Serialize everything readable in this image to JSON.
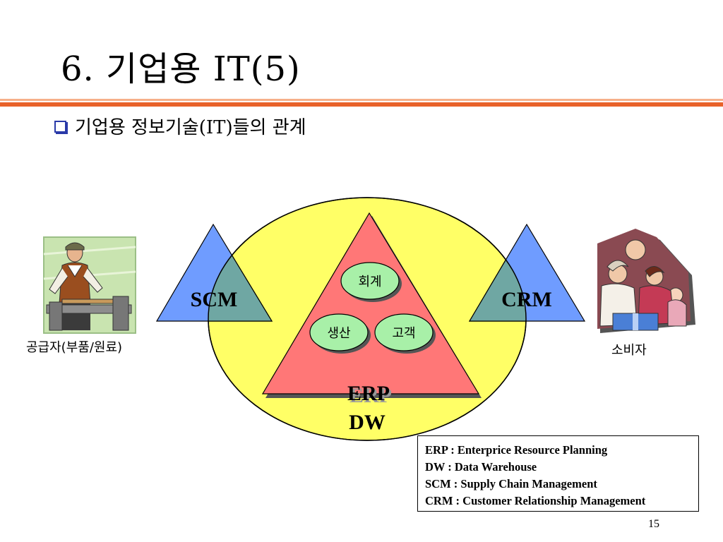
{
  "slide": {
    "title": "6. 기업용 IT(5)",
    "subtitle_prefix": "기업용 정보기술",
    "subtitle_it": "(IT)",
    "subtitle_suffix": "들의 관계",
    "page_number": "15"
  },
  "diagram": {
    "scm_label": "SCM",
    "crm_label": "CRM",
    "erp_label": "ERP",
    "dw_label": "DW",
    "node_accounting": "회계",
    "node_production": "생산",
    "node_customer": "고객",
    "supplier_caption": "공급자(부품/원료)",
    "consumer_caption": "소비자",
    "colors": {
      "ellipse": "#ffff66",
      "erp_triangle": "#ff7777",
      "side_triangles": "#6f9cff",
      "overlap": "#6fa7a3",
      "nodes": "#a8f0a8"
    }
  },
  "legend": {
    "lines": [
      "ERP : Enterprice Resource Planning",
      "DW : Data Warehouse",
      "SCM : Supply Chain Management",
      "CRM : Customer Relationship Management"
    ]
  }
}
